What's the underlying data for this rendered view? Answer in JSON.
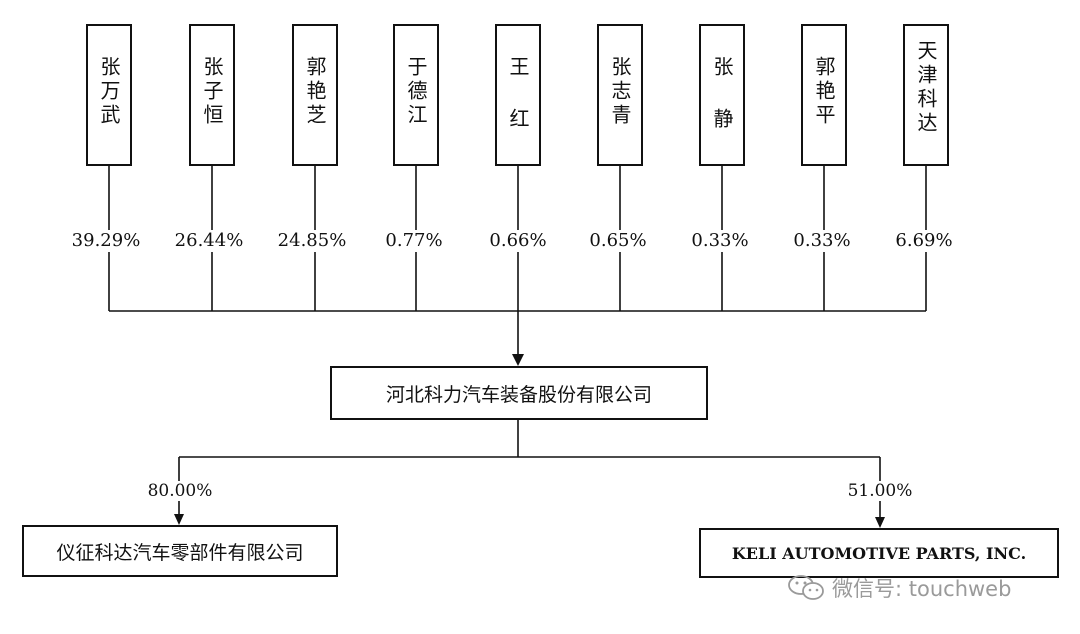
{
  "shareholders": [
    {
      "name": "张万武",
      "pct": "39.29%"
    },
    {
      "name": "张子恒",
      "pct": "26.44%"
    },
    {
      "name": "郭艳芝",
      "pct": "24.85%"
    },
    {
      "name": "于德江",
      "pct": "0.77%"
    },
    {
      "name": "王 红",
      "pct": "0.66%"
    },
    {
      "name": "张志青",
      "pct": "0.65%"
    },
    {
      "name": "张 静",
      "pct": "0.33%"
    },
    {
      "name": "郭艳平",
      "pct": "0.33%"
    },
    {
      "name": "天津科达",
      "pct": "6.69%"
    }
  ],
  "parent": {
    "name": "河北科力汽车装备股份有限公司"
  },
  "subsidiaries": [
    {
      "name": "仪征科达汽车零部件有限公司",
      "pct": "80.00%"
    },
    {
      "name": "KELI AUTOMOTIVE PARTS, INC.",
      "pct": "51.00%"
    }
  ],
  "watermark": {
    "text": "微信号: touchweb",
    "icon": "wechat-icon"
  },
  "colors": {
    "line": "#111111",
    "watermark": "#9a9a9a"
  }
}
